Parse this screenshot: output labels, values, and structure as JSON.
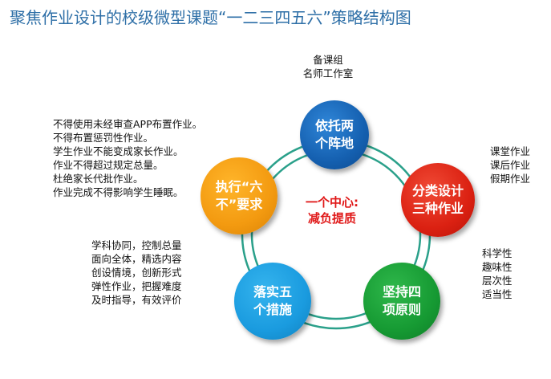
{
  "title": "聚焦作业设计的校级微型课题“一二三四五六”策略结构图",
  "center": {
    "line1": "一个中心:",
    "line2": "减负提质"
  },
  "nodes": {
    "blue": {
      "line1": "依托两",
      "line2": "个阵地",
      "color": "#1560b0"
    },
    "red": {
      "line1": "分类设计",
      "line2": "三种作业",
      "color": "#db2112"
    },
    "green": {
      "line1": "坚持四",
      "line2": "项原则",
      "color": "#169a33"
    },
    "cyan": {
      "line1": "落实五",
      "line2": "个措施",
      "color": "#1a9bdf"
    },
    "orange": {
      "line1": "执行“六",
      "line2": "不”要求",
      "color": "#f39a10"
    }
  },
  "ring_color": "#2aa08a",
  "notes": {
    "top": [
      "备课组",
      "名师工作室"
    ],
    "right_top": [
      "课堂作业",
      "课后作业",
      "假期作业"
    ],
    "right_bottom": [
      "科学性",
      "趣味性",
      "层次性",
      "适当性"
    ],
    "left_top": [
      "不得使用未经审查APP布置作业。",
      "不得布置惩罚性作业。",
      "学生作业不能变成家长作业。",
      "作业不得超过规定总量。",
      "杜绝家长代批作业。",
      "作业完成不得影响学生睡眠。"
    ],
    "left_bottom": [
      "学科协同，控制总量",
      "面向全体，精选内容",
      "创设情境，创新形式",
      "弹性作业，把握难度",
      "及时指导，有效评价"
    ]
  }
}
